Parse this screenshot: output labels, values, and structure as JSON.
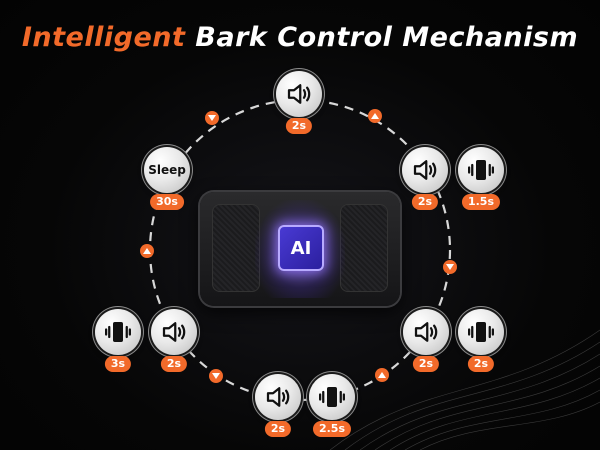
{
  "title": {
    "part1": "Intelligent",
    "part2": " Bark Control Mechanism"
  },
  "colors": {
    "accent": "#f26a2a",
    "background": "#050505",
    "chip": "#3c2fc4"
  },
  "center": {
    "chip_label": "AI"
  },
  "nodes": [
    {
      "icon": "speaker-icon",
      "label": "2s"
    },
    {
      "icon": "speaker-icon",
      "label": "2s"
    },
    {
      "icon": "vibration-icon",
      "label": "1.5s"
    },
    {
      "icon": "speaker-icon",
      "label": "2s"
    },
    {
      "icon": "vibration-icon",
      "label": "2s"
    },
    {
      "icon": "speaker-icon",
      "label": "2s"
    },
    {
      "icon": "vibration-icon",
      "label": "2.5s"
    },
    {
      "icon": "speaker-icon",
      "label": "2s"
    },
    {
      "icon": "vibration-icon",
      "label": "3s"
    },
    {
      "icon": "sleep-node",
      "text": "Sleep",
      "label": "30s"
    }
  ]
}
